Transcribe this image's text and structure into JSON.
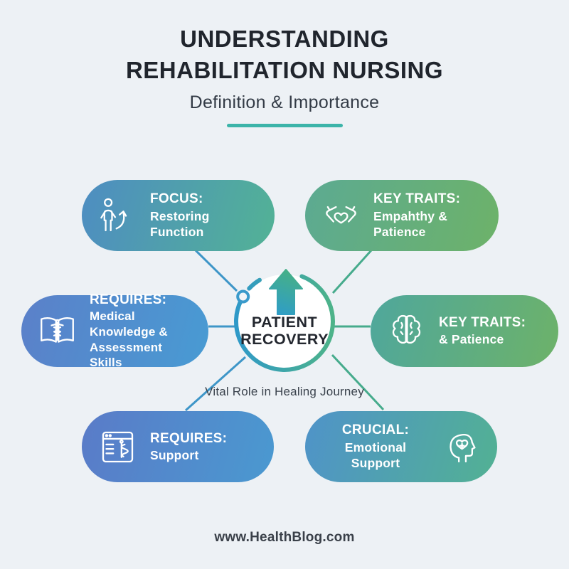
{
  "page": {
    "background_color": "#edf1f5",
    "accent_teal": "#3cb4a9",
    "connector_blue": "#3e96c8",
    "connector_green": "#46ab8c"
  },
  "header": {
    "title_line1": "UNDERSTANDING",
    "title_line2": "REHABILITATION NURSING",
    "subtitle": "Definition & Importance"
  },
  "center": {
    "label_line1": "PATIENT",
    "label_line2": "RECOVERY",
    "caption": "Vital Role in Healing Journey",
    "icon": "up-arrow-icon",
    "ring_color_left": "#2f99c8",
    "ring_color_right": "#4db389",
    "arrow_color_bottom": "#2f9dc7",
    "arrow_color_top": "#47b183"
  },
  "capsules": [
    {
      "position": "top-left",
      "icon": "person-recovery-icon",
      "title": "FOCUS:",
      "lines": [
        "Restoring Function"
      ],
      "gradient": [
        "#4e8dc2",
        "#52b295"
      ]
    },
    {
      "position": "top-right",
      "icon": "heart-hands-icon",
      "title": "KEY TRAITS:",
      "lines": [
        "Empahthy & Patience"
      ],
      "gradient": [
        "#5caa92",
        "#6db269"
      ]
    },
    {
      "position": "middle-left",
      "icon": "book-caduceus-icon",
      "title": "REQUIRES:",
      "lines": [
        "Medical Knowledge &",
        "Assessment Skills"
      ],
      "gradient": [
        "#5b80c9",
        "#489bd3"
      ]
    },
    {
      "position": "middle-right",
      "icon": "brain-icon",
      "title": "KEY TRAITS:",
      "lines": [
        "& Patience"
      ],
      "gradient": [
        "#4fa79c",
        "#6db269"
      ]
    },
    {
      "position": "bottom-left",
      "icon": "medical-chart-icon",
      "title": "REQUIRES:",
      "lines": [
        "Support"
      ],
      "gradient": [
        "#5a7bc8",
        "#4a99d0"
      ]
    },
    {
      "position": "bottom-right",
      "icon": "head-heart-icon",
      "title": "CRUCIAL:",
      "lines": [
        "Emotional Support"
      ],
      "gradient": [
        "#4f93c9",
        "#52b193"
      ]
    }
  ],
  "footer": {
    "website": "www.HealthBlog.com"
  }
}
